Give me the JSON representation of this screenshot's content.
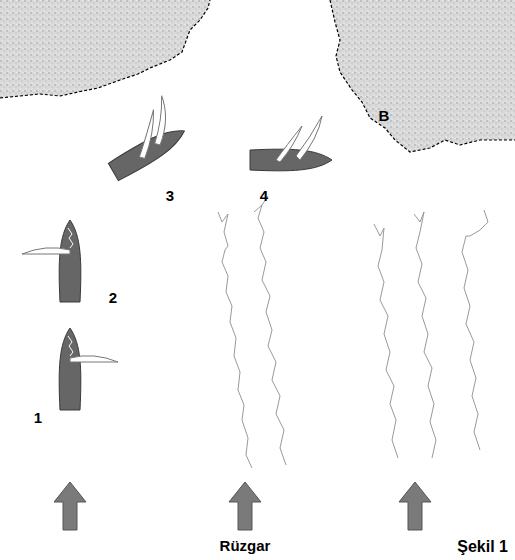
{
  "diagram": {
    "caption": "Şekil 1",
    "labels": [
      "B",
      "3",
      "4",
      "2",
      "1",
      "Rüzgar"
    ]
  }
}
